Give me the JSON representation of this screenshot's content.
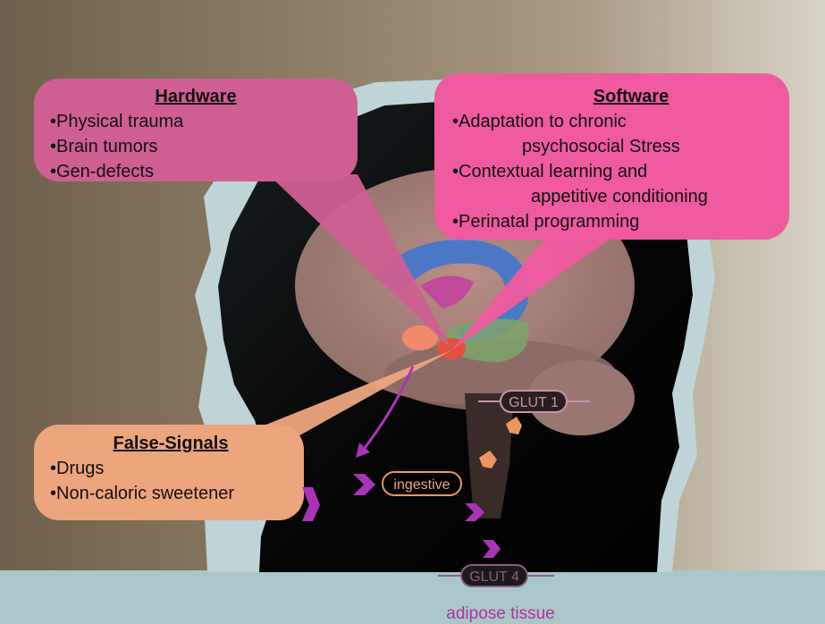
{
  "colors": {
    "hardware_box": "#cf5f92",
    "software_box": "#ef5aa0",
    "false_signals_box": "#eda57d",
    "arrow_purple": "#a934b8",
    "arrow_orange": "#eb965f",
    "glut_label": "#c993a8",
    "adipose_label": "#b4309c",
    "background_wall": "#8a7a63",
    "floor": "#a9c7c9"
  },
  "hardware": {
    "title": "Hardware",
    "items": [
      "•Physical trauma",
      "•Brain tumors",
      "•Gen-defects"
    ]
  },
  "software": {
    "title": "Software",
    "items": [
      "•Adaptation to chronic",
      "psychosocial  Stress",
      "•Contextual learning and",
      "appetitive conditioning",
      "•Perinatal programming"
    ]
  },
  "false_signals": {
    "title": "False-Signals",
    "items": [
      "•Drugs",
      "•Non-caloric sweetener"
    ]
  },
  "labels": {
    "glut1": "GLUT 1",
    "glut4": "GLUT 4",
    "ingestive": "ingestive",
    "adipose": "adipose tissue"
  }
}
